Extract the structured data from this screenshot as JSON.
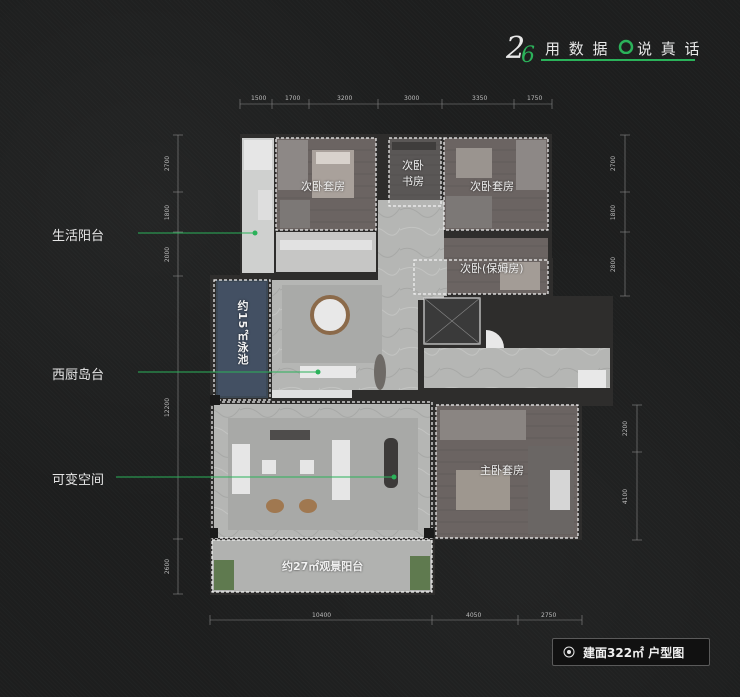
{
  "brand": {
    "number": "26",
    "text_a": "用 数 据",
    "text_b": "说 真 话",
    "accent_color": "#2bb25a"
  },
  "dimensions": {
    "top": [
      "1500",
      "1700",
      "3200",
      "3000",
      "3350",
      "1750"
    ],
    "bottom": [
      "10400",
      "4050",
      "2750"
    ],
    "left": [
      "2700",
      "1800",
      "2000",
      "12200",
      "2600"
    ],
    "right": [
      "2700",
      "1800",
      "2800",
      "2200",
      "4100"
    ]
  },
  "callouts": {
    "service_balcony": "生活阳台",
    "kitchen_island": "西厨岛台",
    "flexible_space": "可变空间"
  },
  "rooms": {
    "bedroom_suite_left": "次卧套房",
    "study_line1": "次卧",
    "study_line2": "书房",
    "bedroom_suite_right": "次卧套房",
    "nanny_room": "次卧(保姆房)",
    "pool": "约15㎡泳池",
    "master_suite": "主卧套房",
    "view_balcony": "约27㎡观景阳台"
  },
  "badge": {
    "icon": "target-icon",
    "text": "建面322㎡ 户型图"
  }
}
